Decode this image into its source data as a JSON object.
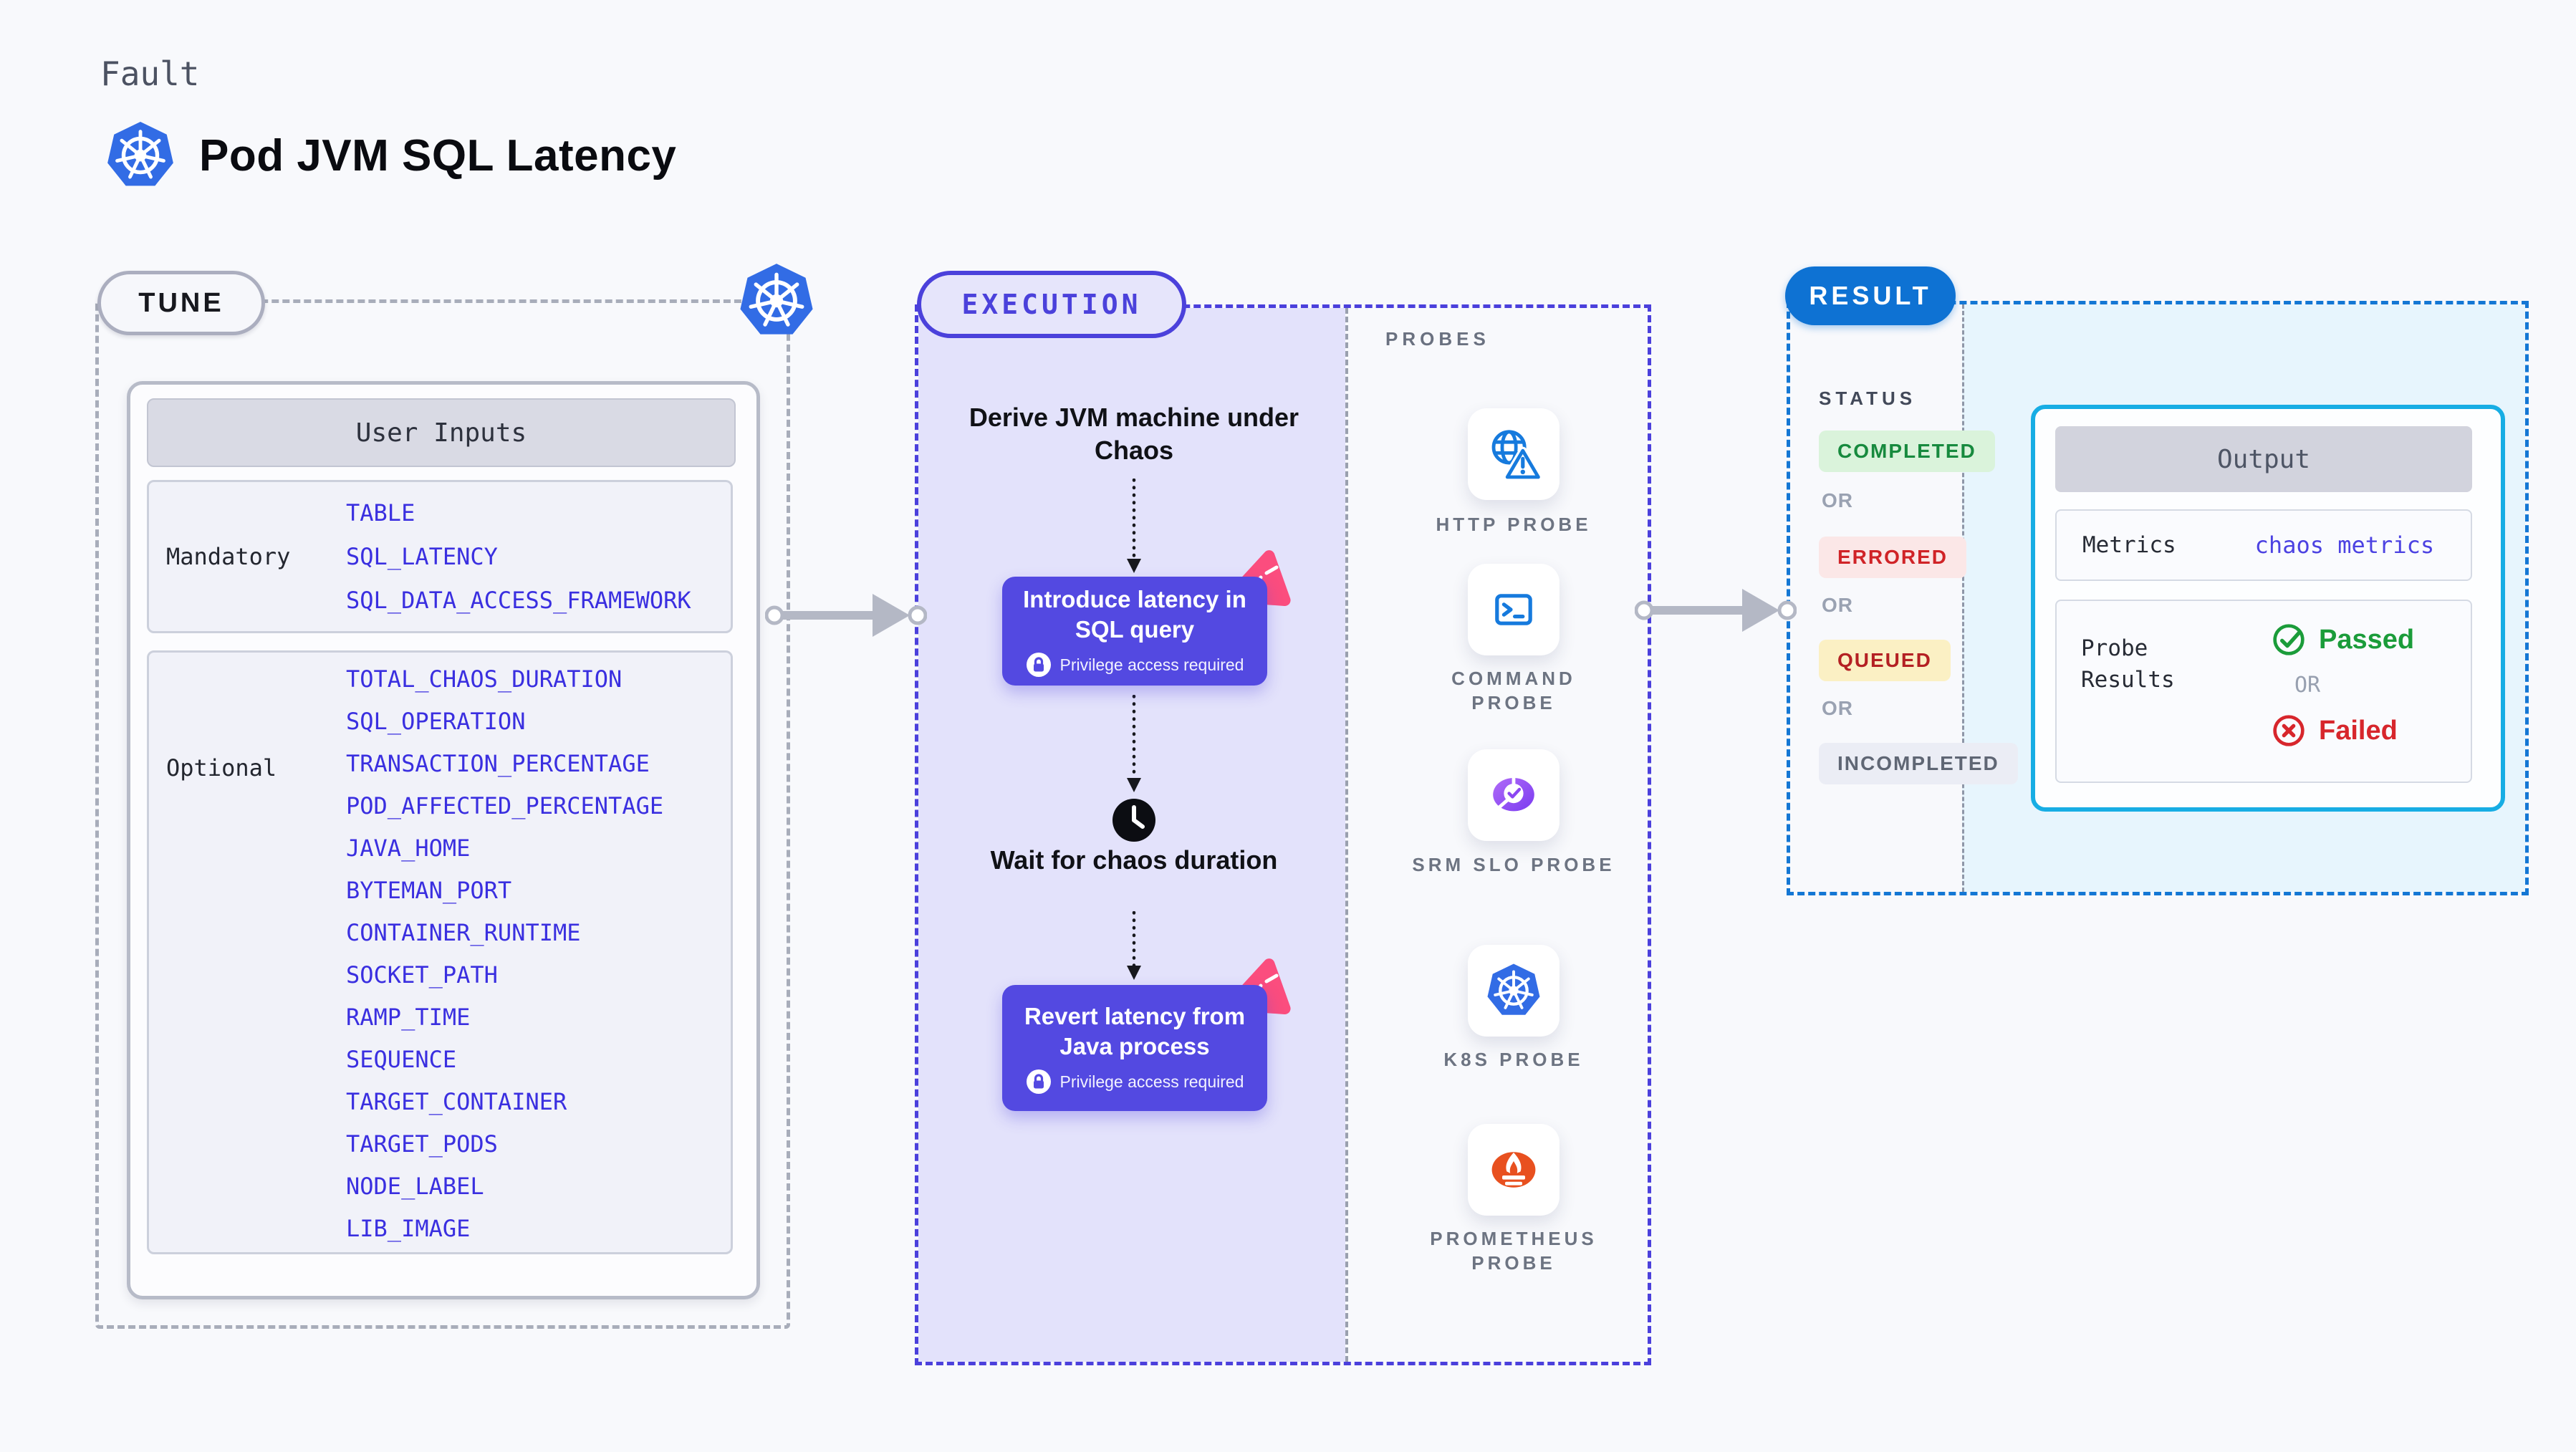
{
  "header": {
    "category": "Fault",
    "title": "Pod JVM SQL Latency"
  },
  "tune": {
    "pill": "TUNE",
    "user_inputs": {
      "header": "User Inputs",
      "mandatory": {
        "label": "Mandatory",
        "values": [
          "TABLE",
          "SQL_LATENCY",
          "SQL_DATA_ACCESS_FRAMEWORK"
        ]
      },
      "optional": {
        "label": "Optional",
        "values": [
          "TOTAL_CHAOS_DURATION",
          "SQL_OPERATION",
          "TRANSACTION_PERCENTAGE",
          "POD_AFFECTED_PERCENTAGE",
          "JAVA_HOME",
          "BYTEMAN_PORT",
          "CONTAINER_RUNTIME",
          "SOCKET_PATH",
          "RAMP_TIME",
          "SEQUENCE",
          "TARGET_CONTAINER",
          "TARGET_PODS",
          "NODE_LABEL",
          "LIB_IMAGE"
        ]
      }
    }
  },
  "execution": {
    "pill": "EXECUTION",
    "derive_text": "Derive JVM machine under Chaos",
    "action1": {
      "title": "Introduce latency in SQL query",
      "note": "Privilege access required"
    },
    "wait_text": "Wait for chaos duration",
    "action2": {
      "title": "Revert latency from Java process",
      "note": "Privilege access required"
    }
  },
  "probes": {
    "heading": "PROBES",
    "items": [
      {
        "label": "HTTP PROBE",
        "icon": "http-probe-icon"
      },
      {
        "label": "COMMAND PROBE",
        "icon": "command-probe-icon"
      },
      {
        "label": "SRM SLO PROBE",
        "icon": "srm-slo-probe-icon"
      },
      {
        "label": "K8S PROBE",
        "icon": "k8s-probe-icon"
      },
      {
        "label": "PROMETHEUS PROBE",
        "icon": "prometheus-probe-icon"
      }
    ]
  },
  "result": {
    "pill": "RESULT",
    "status": {
      "heading": "STATUS",
      "completed": "COMPLETED",
      "errored": "ERRORED",
      "queued": "QUEUED",
      "incompleted": "INCOMPLETED",
      "or": "OR"
    },
    "output": {
      "heading": "Output",
      "metrics_label": "Metrics",
      "metrics_value": "chaos metrics",
      "probe_results_label": "Probe Results",
      "passed": "Passed",
      "or": "OR",
      "failed": "Failed"
    }
  },
  "colors": {
    "k8s_blue": "#326CE5",
    "accent_indigo": "#4B41DB",
    "action_purple": "#5349E1",
    "lavender_bg": "#E3E2FB",
    "pink": "#FB4D7E",
    "value_blue": "#3A2FE0",
    "result_blue": "#0E72D3",
    "output_cyan": "#17ADE4",
    "ice_bg": "#E7F5FD",
    "passed_green": "#1B9C3A",
    "failed_red": "#D7262C",
    "queued_bg": "#FBF0C4",
    "completed_bg": "#DAF3DB",
    "errored_bg": "#FBE7E7",
    "probe_icon_blue": "#167ADD",
    "prometheus_orange": "#E8501F"
  }
}
